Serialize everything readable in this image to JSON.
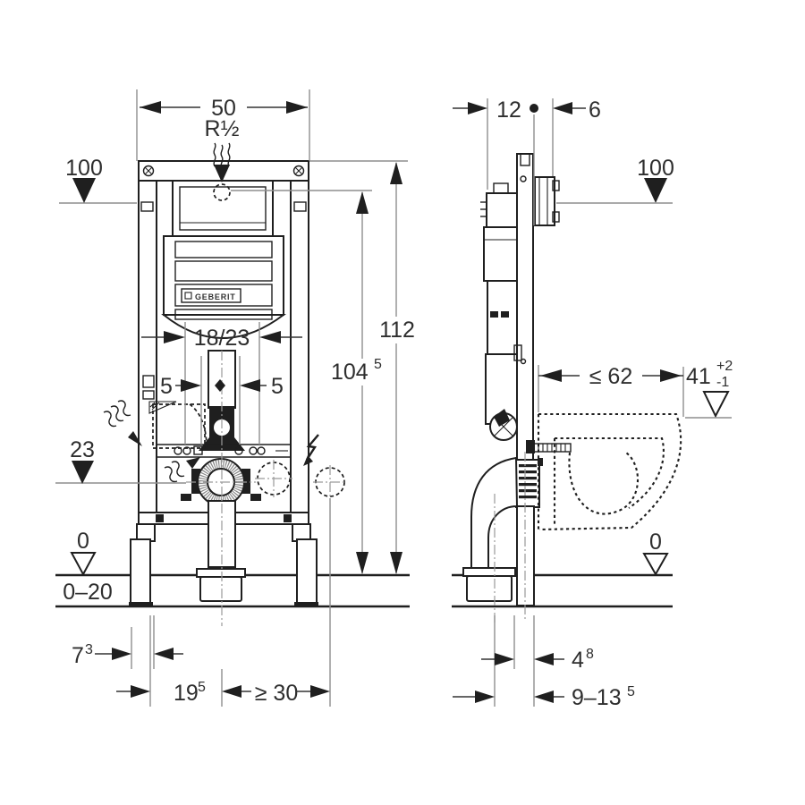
{
  "brand": "GEBERIT",
  "front": {
    "width_top": "50",
    "supply": "R½",
    "level_100": "100",
    "height_total": "112",
    "height_cistern": {
      "main": "104",
      "sup": "5"
    },
    "flush_offset": "18/23",
    "adjust_left": "5",
    "adjust_right": "5",
    "level_drain": "23",
    "level_floor": "0",
    "floor_range": "0–20",
    "dim_73": {
      "main": "7",
      "sup": "3"
    },
    "dim_195": {
      "main": "19",
      "sup": "5"
    },
    "dim_min30": "≥ 30"
  },
  "side": {
    "dim_12": "12",
    "dim_6": "6",
    "level_100": "100",
    "depth_max": "≤ 62",
    "bowl_height": {
      "main": "41",
      "tol_plus": "+2",
      "tol_minus": "-1"
    },
    "level_floor": "0",
    "dim_48": {
      "main": "4",
      "sup": "8"
    },
    "dim_range": {
      "main": "9–13",
      "sup": "5"
    }
  }
}
